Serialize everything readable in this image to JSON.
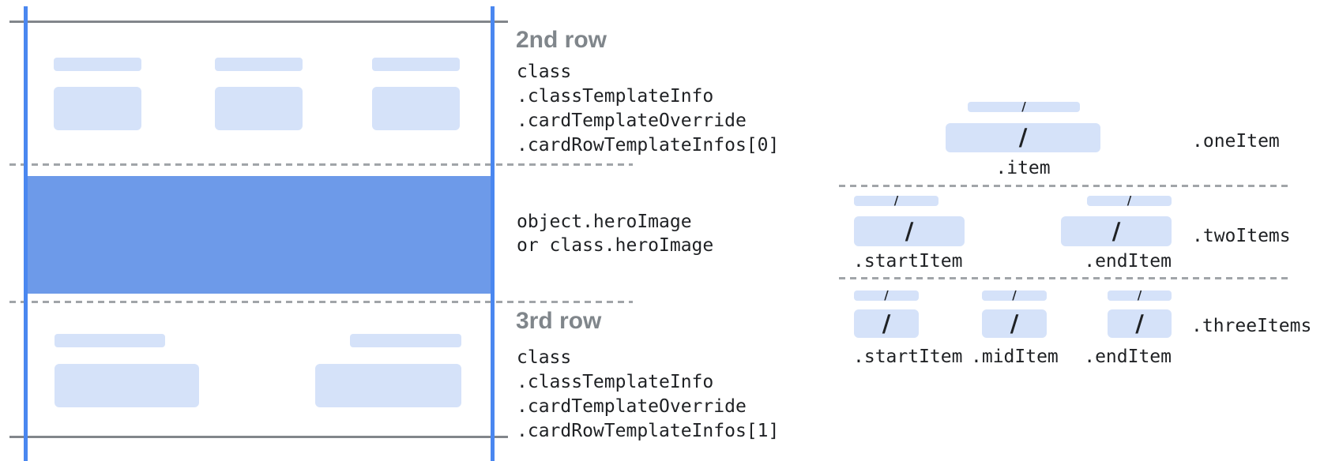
{
  "colors": {
    "guide_line_blue": "#4a87f0",
    "hero_fill_blue": "#6d9ae9",
    "placeholder_fill_blue": "#d5e2f9",
    "solid_line_gray": "#82868b",
    "dashed_line_gray": "#a1a5a9",
    "heading_gray": "#80868b",
    "code_text": "#1f2124"
  },
  "glyphs": {
    "slash": "/"
  },
  "annotations": {
    "second_row": {
      "title": "2nd row",
      "code_lines": [
        "class",
        ".classTemplateInfo",
        ".cardTemplateOverride",
        ".cardRowTemplateInfos[0]"
      ]
    },
    "hero_image": {
      "code_lines": [
        "object.heroImage",
        "or class.heroImage"
      ]
    },
    "third_row": {
      "title": "3rd row",
      "code_lines": [
        "class",
        ".classTemplateInfo",
        ".cardTemplateOverride",
        ".cardRowTemplateInfos[1]"
      ]
    }
  },
  "item_layouts": {
    "one_item": {
      "side_label": ".oneItem",
      "item_labels": [
        ".item"
      ]
    },
    "two_items": {
      "side_label": ".twoItems",
      "item_labels": [
        ".startItem",
        ".endItem"
      ]
    },
    "three_items": {
      "side_label": ".threeItems",
      "item_labels": [
        ".startItem",
        ".midItem",
        ".endItem"
      ]
    }
  }
}
